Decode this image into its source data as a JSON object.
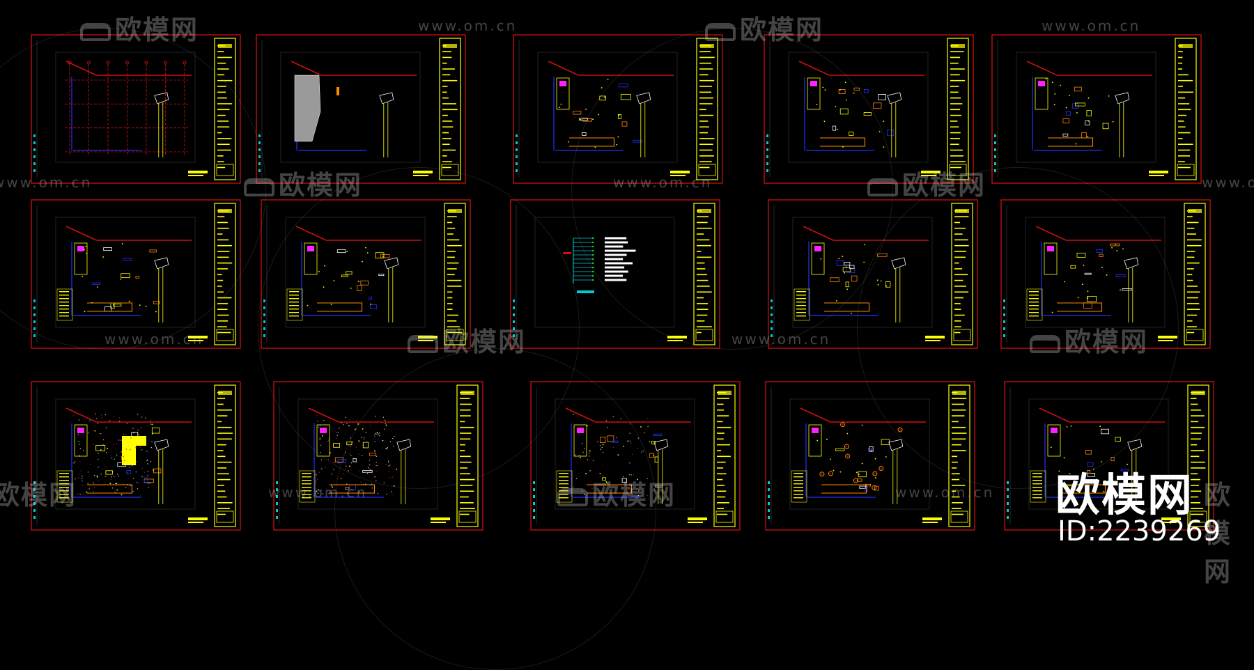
{
  "watermark": {
    "logo_text": "欧模网",
    "url_text": "www.om.cn"
  },
  "brand": {
    "logo_text": "欧模网",
    "id_text": "ID:2239269"
  },
  "colors": {
    "background": "#000000",
    "frame_red": "#cc1111",
    "title_yellow": "#ffff00",
    "wall_blue": "#2233ff",
    "furniture_magenta": "#ff22ff",
    "fixture_orange": "#ff8800",
    "fill_grey": "#9a9a9a",
    "cyan": "#00cccc"
  },
  "sheets": [
    {
      "id": 1,
      "content": "grid"
    },
    {
      "id": 2,
      "content": "demolition"
    },
    {
      "id": 3,
      "content": "layout"
    },
    {
      "id": 4,
      "content": "layout"
    },
    {
      "id": 5,
      "content": "layout"
    },
    {
      "id": 6,
      "content": "plan"
    },
    {
      "id": 7,
      "content": "plan"
    },
    {
      "id": 8,
      "content": "legend"
    },
    {
      "id": 9,
      "content": "plan"
    },
    {
      "id": 10,
      "content": "plan"
    },
    {
      "id": 11,
      "content": "hatch-yellow"
    },
    {
      "id": 12,
      "content": "hatch-dense"
    },
    {
      "id": 13,
      "content": "hatch-light"
    },
    {
      "id": 14,
      "content": "lighting"
    },
    {
      "id": 15,
      "content": "plan"
    }
  ]
}
